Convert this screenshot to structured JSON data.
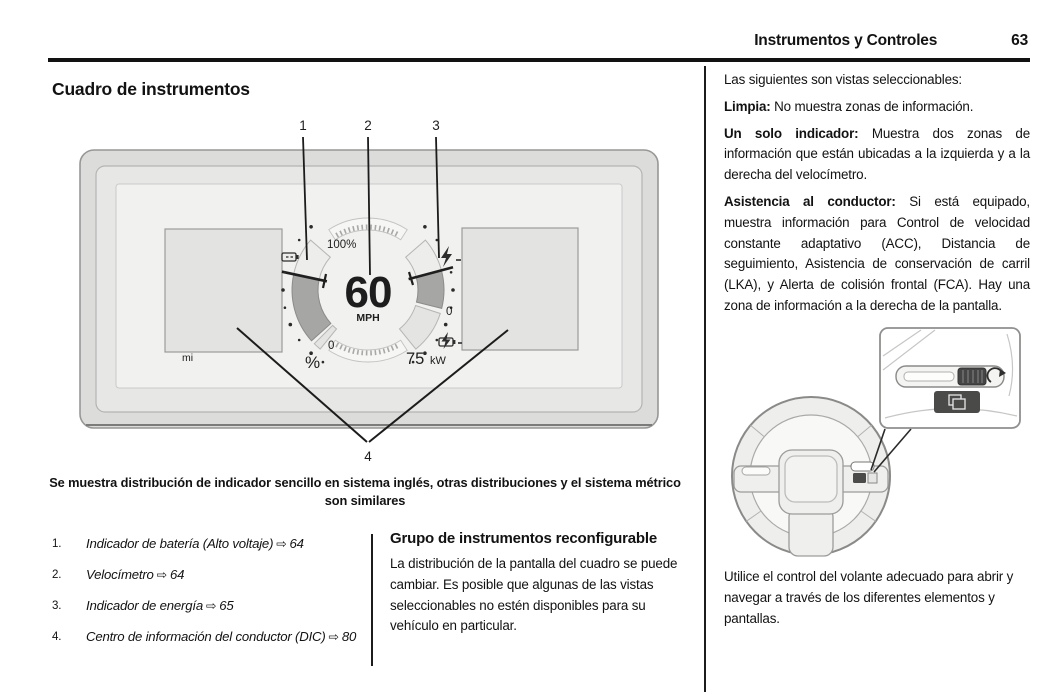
{
  "header": {
    "chapter": "Instrumentos y Controles",
    "page_number": "63"
  },
  "left": {
    "section_title": "Cuadro de instrumentos",
    "cluster": {
      "callout_1": "1",
      "callout_2": "2",
      "callout_3": "3",
      "callout_4": "4",
      "battery_full_label": "100%",
      "battery_empty_label": "0",
      "battery_unit_label": "%",
      "speed_value": "60",
      "speed_unit": "MPH",
      "energy_zero_label": "0",
      "power_value": "75",
      "power_unit": "kW",
      "left_zone_unit": "mi",
      "icons": {
        "battery": "battery-icon",
        "regen": "lightning-bolt-icon",
        "charge": "charging-battery-icon"
      }
    },
    "caption": "Se muestra distribución de indicador sencillo en sistema inglés, otras distribuciones y el sistema métrico son similares",
    "arrow_glyph": "⇨",
    "legend": [
      {
        "num": "1.",
        "label": "Indicador de batería (Alto voltaje)",
        "ref": "64"
      },
      {
        "num": "2.",
        "label": "Velocímetro",
        "ref": "64"
      },
      {
        "num": "3.",
        "label": "Indicador de energía",
        "ref": "65"
      },
      {
        "num": "4.",
        "label": "Centro de información del conductor (DIC)",
        "ref": "80"
      }
    ],
    "subsection": {
      "title": "Grupo de instrumentos reconfigurable",
      "body": "La distribución de la pantalla del cuadro se puede cambiar. Es posible que algunas de las vistas seleccionables no estén disponibles para su vehículo en particular."
    }
  },
  "right": {
    "intro": "Las siguientes son vistas seleccionables:",
    "views": [
      {
        "term": "Limpia:",
        "desc": " No muestra zonas de información."
      },
      {
        "term": "Un solo indicador:",
        "desc": " Muestra dos zonas de información que están ubicadas a la izquierda y a la derecha del velocímetro."
      },
      {
        "term": "Asistencia al conductor:",
        "desc": " Si está equipado, muestra información para Control de velocidad constante adaptativo (ACC), Distancia de seguimiento, Asistencia de conservación de carril (LKA), y Alerta de colisión frontal (FCA). Hay una zona de información a la derecha de la pantalla."
      }
    ],
    "footer": "Utilice el control del volante adecuado para abrir y navegar a través de los diferentes elementos y pantallas."
  }
}
